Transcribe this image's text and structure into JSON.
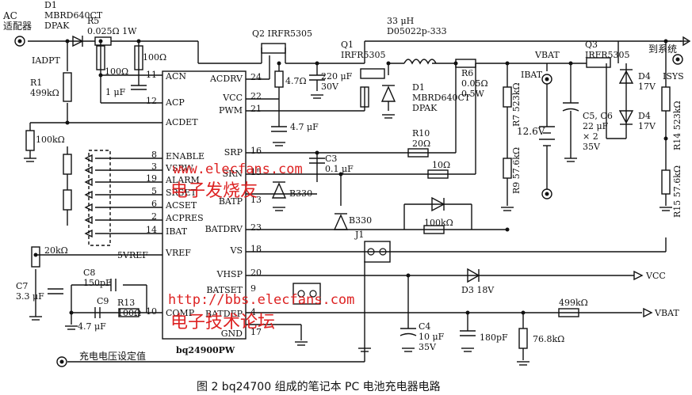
{
  "caption": "图 2   bq24700 组成的笔记本 PC 电池充电器电路",
  "ic": {
    "name": "bq24900PW"
  },
  "pins_left": [
    {
      "num": "11",
      "name": "ACN"
    },
    {
      "num": "12",
      "name": "ACP"
    },
    {
      "num": "",
      "name": "ACDET"
    },
    {
      "num": "8",
      "name": "ENABLE"
    },
    {
      "num": "3",
      "name": "VSRW"
    },
    {
      "num": "19",
      "name": "ALARM"
    },
    {
      "num": "5",
      "name": "SRSET"
    },
    {
      "num": "6",
      "name": "ACSET"
    },
    {
      "num": "2",
      "name": "ACPRES"
    },
    {
      "num": "14",
      "name": "IBAT"
    },
    {
      "num": "",
      "name": "VREF"
    },
    {
      "num": "10",
      "name": "COMP"
    }
  ],
  "pins_right": [
    {
      "num": "24",
      "name": "ACDRV"
    },
    {
      "num": "22",
      "name": "VCC"
    },
    {
      "num": "21",
      "name": "PWM"
    },
    {
      "num": "16",
      "name": "SRP"
    },
    {
      "num": "15",
      "name": "SRN"
    },
    {
      "num": "13",
      "name": "BATP"
    },
    {
      "num": "23",
      "name": "BATDRV"
    },
    {
      "num": "18",
      "name": "VS"
    },
    {
      "num": "20",
      "name": "VHSP"
    },
    {
      "num": "9",
      "name": "BATSET"
    },
    {
      "num": "4",
      "name": "BATDEP"
    },
    {
      "num": "17",
      "name": "GND"
    }
  ],
  "labels": {
    "ac_adapter": "AC\n适配器",
    "iadpt": "IADPT",
    "d1_left": "D1\nMBRD640CT\nDPAK",
    "r5": "R5\n0.025Ω  1W",
    "r1": "R1\n499kΩ",
    "r_100_a": "100Ω",
    "r_100_b": "100Ω",
    "c_1u": "1 μF",
    "r_100k": "100kΩ",
    "q2": "Q2  IRFR5305",
    "r_47": "4.7Ω",
    "c_220u": "220 μF\n30V",
    "c_47u": "4.7 μF",
    "inductor": "33 μH\nD05022p-333",
    "q1": "Q1\nIRFR5305",
    "d1_mid": "D1\nMBRD640CT\nDPAK",
    "r6": "R6\n0.05Ω\n0.5W",
    "r10": "R10\n20Ω",
    "c3": "C3\n0.1 μF",
    "r_10": "10Ω",
    "b330_a": "B330",
    "b330_b": "B330",
    "r_100k_b": "100kΩ",
    "vbat_top": "VBAT",
    "ibat": "IBAT",
    "r7": "R7  523kΩ",
    "r9": "R9  57.6kΩ",
    "battery": "12.6V",
    "c5c6": "C5, C6\n22 μF\n× 2\n35V",
    "q3": "Q3\nIRFR5305",
    "d4a": "D4\n17V",
    "d4b": "D4\n17V",
    "to_system": "到系统",
    "isys": "ISYS",
    "r14": "R14  523kΩ",
    "r15": "R15  57.6kΩ",
    "j1": "J1",
    "r_20k": "20kΩ",
    "c7": "C7\n3.3 μF",
    "vref5": "5VREF",
    "c8": "C8\n150pF",
    "c9": "C9",
    "c_47u_b": "4.7 μF",
    "r13": "R13\n100Ω",
    "d3": "D3  18V",
    "vcc_out": "VCC",
    "c4": "C4\n10 μF\n35V",
    "c_180p": "180pF",
    "r_768k": "76.8kΩ",
    "r_499k": "499kΩ",
    "vbat_out": "VBAT",
    "set_value": "充电电压设定值"
  },
  "watermarks": {
    "wm1": "www.elecfans.com",
    "wm1_cn": "电子发烧友",
    "wm2": "http://bbs.elecfans.com",
    "wm2_cn": "电子技术论坛"
  }
}
